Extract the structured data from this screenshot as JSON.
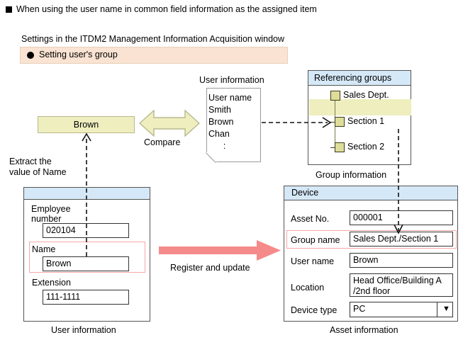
{
  "header": {
    "bullet_icon": "square-bullet-icon",
    "title": "When using the user name in common field information as the assigned item",
    "subtitle": "Settings in the ITDM2 Management Information Acquisition window",
    "setting_bullet_icon": "circle-bullet-icon",
    "setting_label": "Setting user's group"
  },
  "user_note": {
    "caption": "User information",
    "rows": [
      {
        "text": "User name",
        "highlight": false
      },
      {
        "text": "Smith",
        "highlight": false
      },
      {
        "text": "Brown",
        "highlight": true
      },
      {
        "text": "Chan",
        "highlight": false
      },
      {
        "text": "      :",
        "highlight": false
      }
    ]
  },
  "extracted": {
    "value": "Brown",
    "extract_label": "Extract the\nvalue of Name",
    "compare_label": "Compare",
    "compare_icon": "double-arrow-icon"
  },
  "referencing_groups": {
    "title": "Referencing groups",
    "caption": "Group information",
    "nodes": [
      {
        "label": "Sales Dept.",
        "highlight": false
      },
      {
        "label": "Section 1",
        "highlight": true
      },
      {
        "label": "Section 2",
        "highlight": false
      }
    ]
  },
  "user_window": {
    "title": "",
    "caption": "User information",
    "fields": [
      {
        "label": "Employee\nnumber",
        "value": "020104",
        "highlight": false
      },
      {
        "label": "Name",
        "value": "Brown",
        "highlight": true
      },
      {
        "label": "Extension",
        "value": "111-1111",
        "highlight": false
      }
    ]
  },
  "device_window": {
    "title": "Device",
    "caption": "Asset information",
    "fields": [
      {
        "label": "Asset No.",
        "value": "000001",
        "highlight": false,
        "dropdown": false
      },
      {
        "label": "Group name",
        "value": "Sales Dept./Section 1",
        "highlight": true,
        "dropdown": false
      },
      {
        "label": "User name",
        "value": "Brown",
        "highlight": false,
        "dropdown": false
      },
      {
        "label": "Location",
        "value": "Head Office/Building A\n/2nd floor",
        "highlight": false,
        "dropdown": false
      },
      {
        "label": "Device type",
        "value": "PC",
        "highlight": false,
        "dropdown": true
      }
    ],
    "dropdown_icon": "chevron-down-icon"
  },
  "register_arrow": {
    "label": "Register and update",
    "icon": "right-arrow-icon"
  },
  "colors": {
    "highlight_yellow": "#eeeebf",
    "titlebar_blue": "#d5e8f7",
    "setting_peach": "#fae3d2",
    "accent_pink": "#f58a8a",
    "highlight_border_pink": "#f5a6a6",
    "node_yellow": "#dede9a"
  }
}
